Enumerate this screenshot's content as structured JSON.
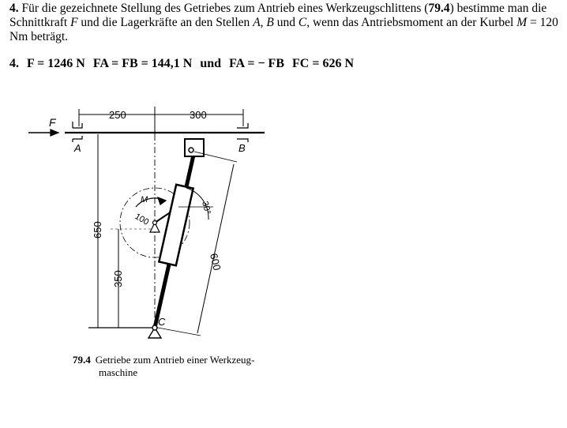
{
  "problem": {
    "number": "4.",
    "text_part1": "Für die gezeichnete Stellung des Getriebes zum Antrieb eines Werkzeugschlittens (",
    "figure_ref": "79.4",
    "text_part2": ") bestimme man die Schnittkraft ",
    "force_symbol": "F",
    "text_part3": " und die Lagerkräfte an den Stellen ",
    "point_a": "A",
    "sep_comma": ", ",
    "point_b": "B",
    "word_und": " und ",
    "point_c": "C",
    "text_part4": ", wenn das Antriebsmoment an der Kurbel ",
    "moment_symbol": "M",
    "text_part5": " = 120 Nm beträgt."
  },
  "answer": {
    "number": "4.",
    "f_value": "F = 1246 N",
    "fa_fb_value": "FA = FB = 144,1 N",
    "und": "und",
    "vector_relation": "FA = − FB",
    "fc_value": "FC = 626 N"
  },
  "figure": {
    "labels": {
      "F": "F",
      "A": "A",
      "B": "B",
      "C": "C",
      "M": "M",
      "dim_250": "250",
      "dim_300": "300",
      "dim_650": "650",
      "dim_350": "350",
      "dim_600": "600",
      "dim_100": "100",
      "angle_30": "30°"
    }
  },
  "caption": {
    "number": "79.4",
    "line1": "Getriebe zum Antrieb einer Werkzeug-",
    "line2": "maschine"
  }
}
